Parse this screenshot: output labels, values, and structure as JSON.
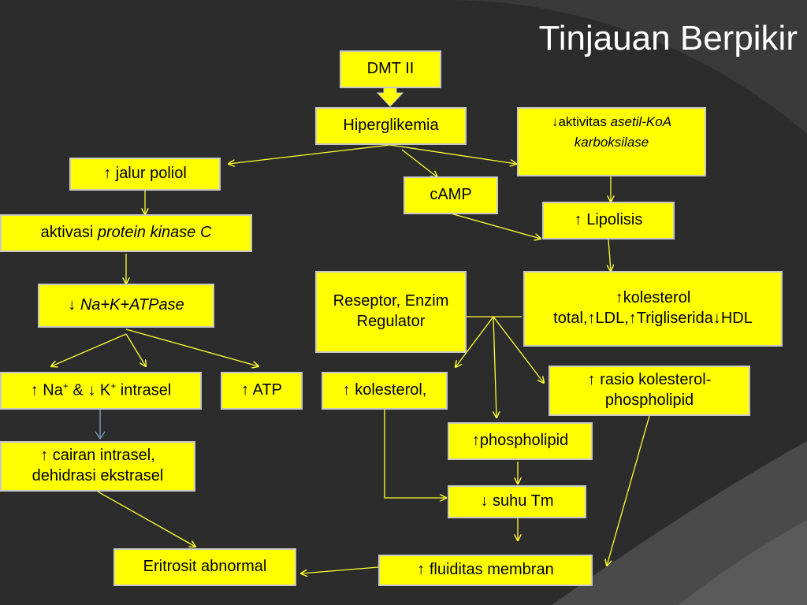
{
  "slide": {
    "title": "Tinjauan Berpikir",
    "colors": {
      "background": "#2c2c2c",
      "node_fill": "#ffff00",
      "arrow": "#ffff33",
      "title": "#ffffff"
    }
  },
  "nodes": {
    "dmt": "DMT II",
    "hiperglikemia": "Hiperglikemia",
    "aktivitas_prefix": "↓aktivitas ",
    "aktivitas_italic": "asetil-KoA karboksilase",
    "jalur_poliol": "↑ jalur poliol",
    "camp": "cAMP",
    "lipolisis": "↑ Lipolisis",
    "pkc_prefix": "aktivasi ",
    "pkc_italic": "protein kinase C",
    "reseptor": "Reseptor, Enzim Regulator",
    "kolesterol_total": "↑kolesterol total,↑LDL,↑Trigliserida↓HDL",
    "atpase_prefix": "↓ ",
    "atpase_italic": "Na+K+ATPase",
    "na_a": "↑ Na",
    "na_sup1": "+",
    "na_b": " & ↓ K",
    "na_sup2": "+",
    "na_c": " intrasel",
    "atp": "↑ ATP",
    "kolesterol": "↑ kolesterol,",
    "rasio": "↑ rasio kolesterol-phospholipid",
    "phospholipid": "↑phospholipid",
    "cairan": "↑ cairan intrasel, dehidrasi ekstrasel",
    "suhu": "↓ suhu Tm",
    "eritrosit": "Eritrosit abnormal",
    "fluiditas": "↑ fluiditas membran"
  }
}
